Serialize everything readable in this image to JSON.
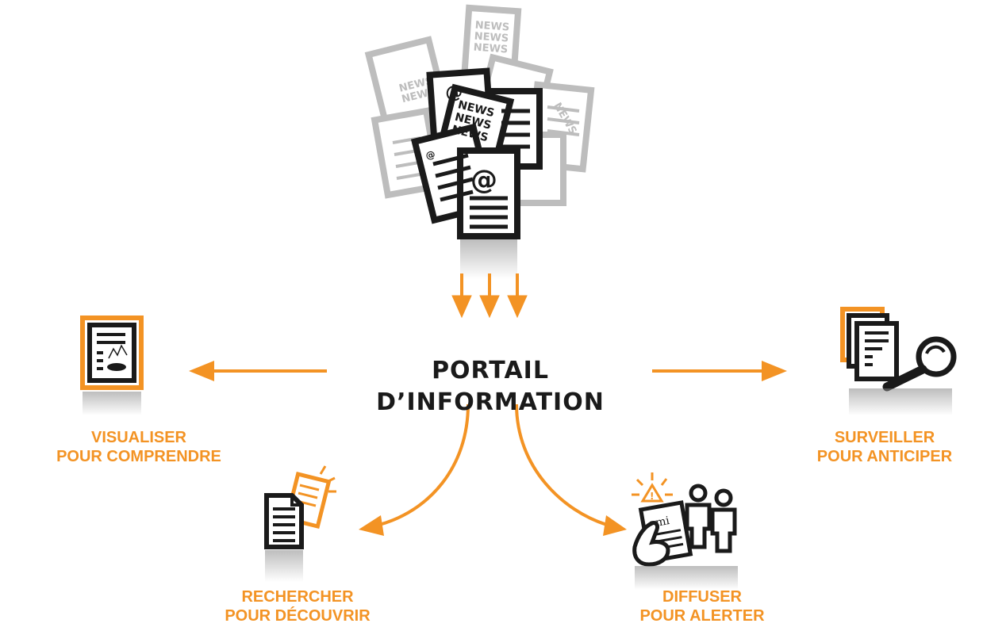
{
  "colors": {
    "accent": "#F39324",
    "ink": "#1a1a1a",
    "faded": "#b8b8b8"
  },
  "center": {
    "title": "PORTAIL D’INFORMATION"
  },
  "sources": {
    "news_text": "NEWS",
    "at_symbol": "@"
  },
  "branches": {
    "visualiser": {
      "line1": "VISUALISER",
      "line2": "POUR COMPRENDRE",
      "icon": "report-chart-icon"
    },
    "surveiller": {
      "line1": "SURVEILLER",
      "line2": "POUR ANTICIPER",
      "icon": "documents-magnifier-icon"
    },
    "rechercher": {
      "line1": "RECHERCHER",
      "line2": "POUR DÉCOUVRIR",
      "icon": "documents-discover-icon"
    },
    "diffuser": {
      "line1": "DIFFUSER",
      "line2": "POUR ALERTER",
      "icon": "alert-people-icon",
      "badge": "ami"
    }
  }
}
